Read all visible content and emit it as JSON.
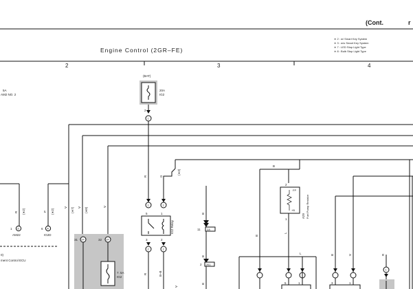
{
  "header": {
    "cont": "(Cont.",
    "cont_tail": "r",
    "title": "Engine Control (2GR–FE)"
  },
  "legend": [
    "∗ 2 : w/ Smart Key System",
    "∗ 3 : w/o Smart Key System",
    "∗ 7 : LED Stop Light Type",
    "∗ 8 : Bulb Stop Light Type"
  ],
  "columns": [
    "2",
    "3",
    "4"
  ],
  "fuses": {
    "am2": {
      "amp": "5A",
      "name": "AM2 NO. 2"
    },
    "ig2": {
      "amp": "20A",
      "name": "IG2",
      "bat": "(BAT)"
    },
    "ig2_small": {
      "amp": "7. 5A",
      "name": "IG2"
    }
  },
  "relays": {
    "ig2_relay": "IG2 Relay"
  },
  "resistor": {
    "fp": "FP",
    "label": "Fuel Pump Resistor",
    "code": "A29",
    "plus_b": "+B"
  },
  "ecu": {
    "label": "ment Control ECU",
    "paren_num": "0)"
  },
  "connectors": {
    "am22": {
      "pin": "1",
      "code": "6",
      "name": "AM22"
    },
    "ig2d": {
      "pin": "6",
      "code": "A",
      "name": "IG2D"
    },
    "c31": {
      "num": "31",
      "code": "2F"
    },
    "c32": {
      "num": "32",
      "code": "2F"
    },
    "c2d": {
      "num": "2",
      "code": "2D"
    },
    "c1e": {
      "num": "11",
      "code": "2A"
    },
    "c2k": {
      "num": "2",
      "code": "2K1"
    },
    "fp2": "2",
    "fp1": "1",
    "r2": "2",
    "r1": "1",
    "r5": "5",
    "r3": "3"
  },
  "wires": {
    "r_a": "R",
    "r_b": "R",
    "p": "P",
    "v1": "V",
    "v2": "V",
    "v3": "V",
    "g1": "G",
    "g2": "G",
    "b1": "B",
    "b2": "B",
    "b3": "B",
    "l1": "L",
    "l2": "L",
    "b_top": "B",
    "br": "B–B",
    "s2a": "(∗2)",
    "s2b": "(∗2)",
    "s7": "(∗7)",
    "s8": "(∗8)",
    "s3": "(∗3)"
  }
}
